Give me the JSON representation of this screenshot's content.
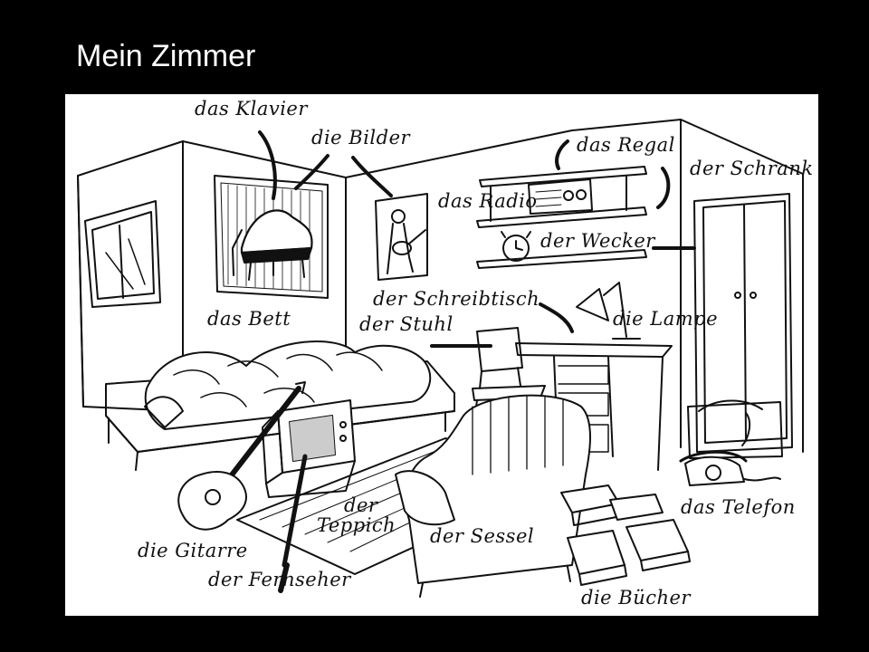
{
  "slide": {
    "title": "Mein Zimmer"
  },
  "labels": {
    "klavier": "das Klavier",
    "bilder": "die Bilder",
    "regal": "das Regal",
    "schrank": "der Schrank",
    "radio": "das Radio",
    "wecker": "der Wecker",
    "bett": "das Bett",
    "schreibtisch": "der Schreibtisch",
    "stuhl": "der Stuhl",
    "lampe": "die Lampe",
    "teppich_1": "der",
    "teppich_2": "Teppich",
    "telefon": "das Telefon",
    "sessel": "der Sessel",
    "gitarre": "die Gitarre",
    "fernseher": "der Fernseher",
    "buecher": "die Bücher"
  },
  "colors": {
    "background": "#000000",
    "title": "#ffffff",
    "paper": "#ffffff",
    "ink": "#111111"
  }
}
